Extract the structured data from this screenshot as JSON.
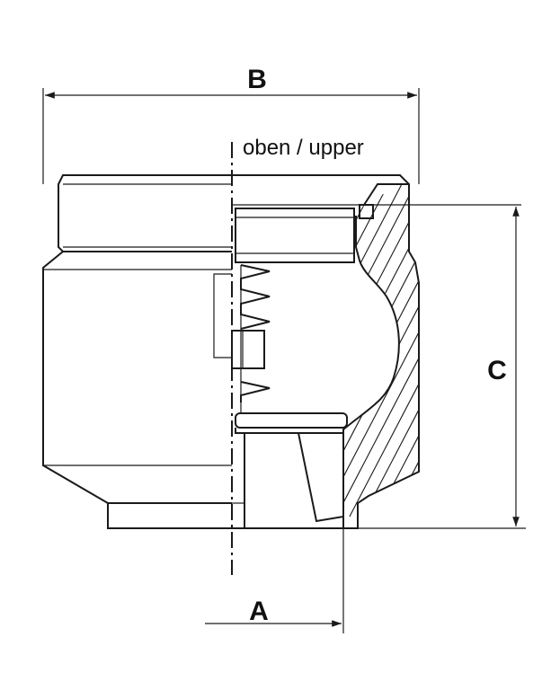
{
  "labels": {
    "dimension_a": "A",
    "dimension_b": "B",
    "dimension_c": "C",
    "orientation": "oben / upper"
  },
  "colors": {
    "line": "#1a1a1a",
    "background": "#ffffff"
  }
}
